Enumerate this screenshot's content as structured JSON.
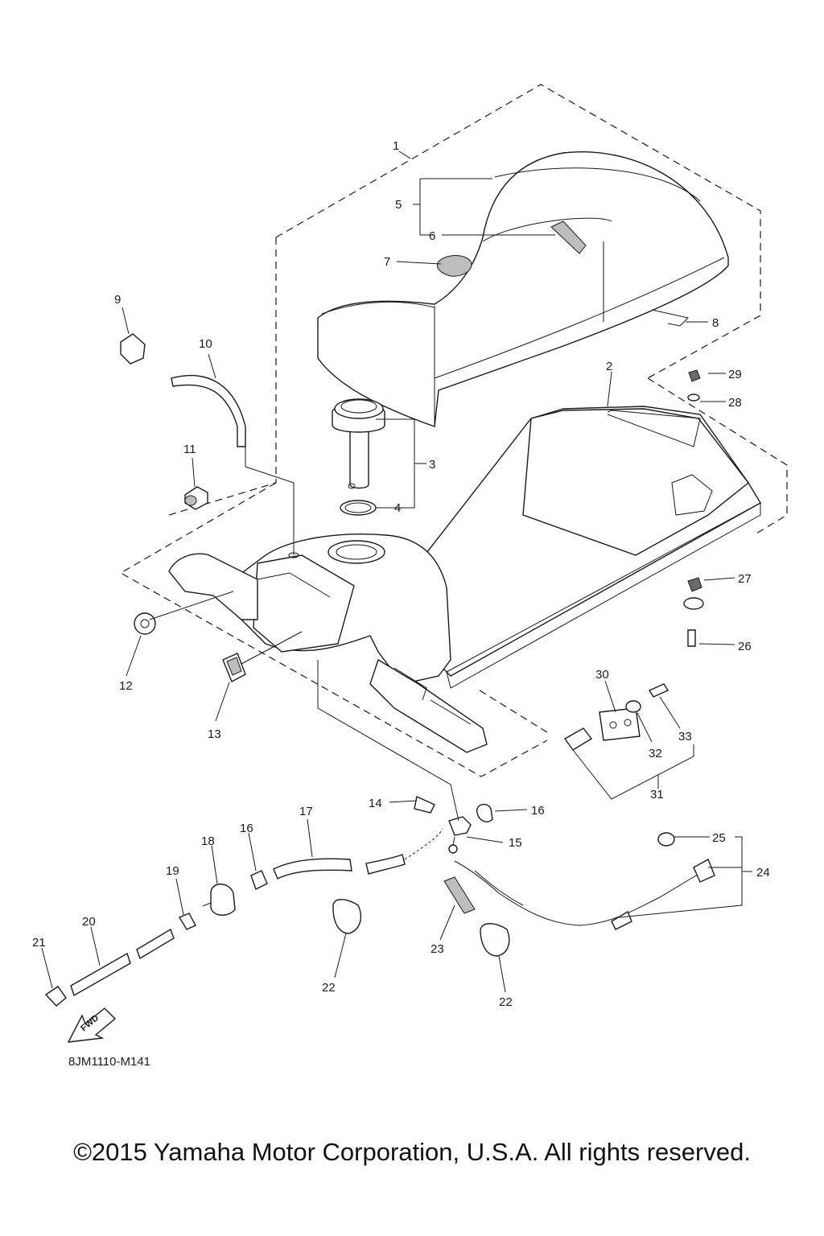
{
  "diagram": {
    "drawing_code": "8JM1110-M141",
    "fwd_label": "FWD",
    "callouts": [
      "1",
      "2",
      "3",
      "4",
      "5",
      "6",
      "7",
      "8",
      "9",
      "10",
      "11",
      "12",
      "13",
      "14",
      "15",
      "16",
      "16",
      "17",
      "18",
      "19",
      "20",
      "21",
      "22",
      "22",
      "23",
      "24",
      "25",
      "26",
      "27",
      "28",
      "29",
      "30",
      "31",
      "32",
      "33"
    ]
  },
  "footer": {
    "copyright": "©2015 Yamaha Motor Corporation, U.S.A. All rights reserved."
  }
}
